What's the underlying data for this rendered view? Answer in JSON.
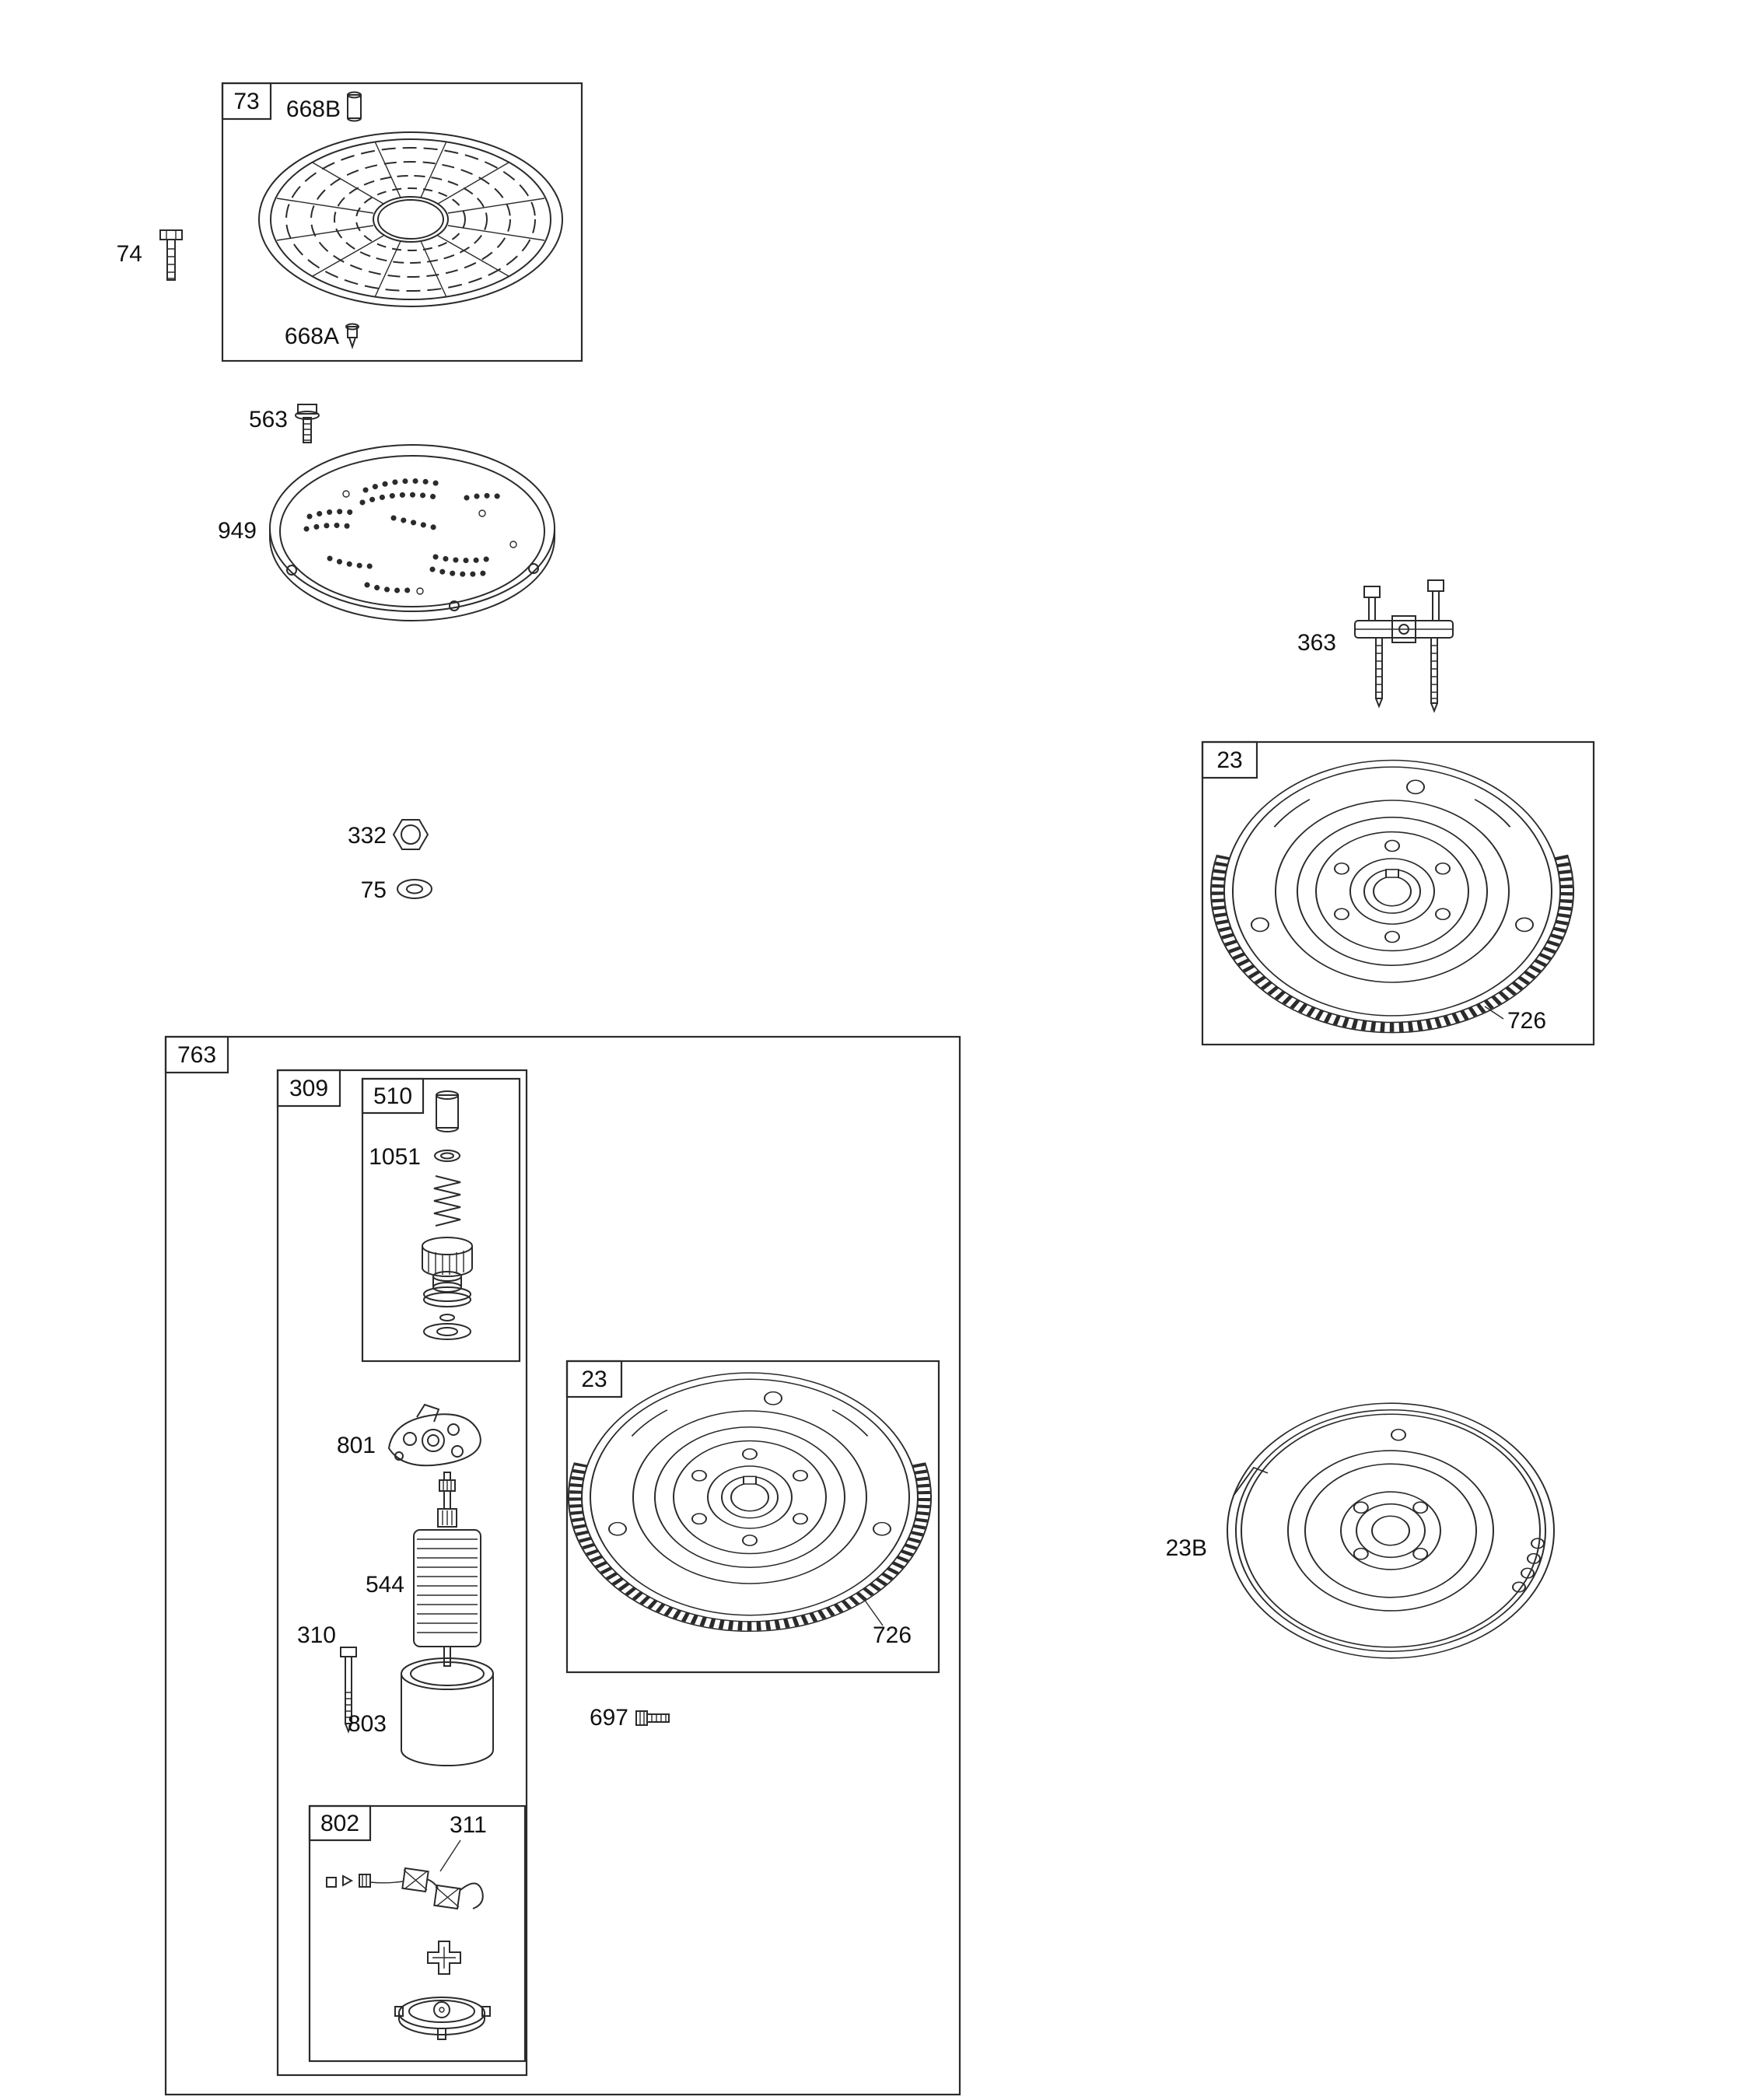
{
  "labels": {
    "box_73": "73",
    "part_668B": "668B",
    "part_74": "74",
    "part_668A": "668A",
    "part_563": "563",
    "part_949": "949",
    "part_363": "363",
    "box_23_top": "23",
    "part_726_top": "726",
    "part_332": "332",
    "part_75": "75",
    "box_763": "763",
    "box_309": "309",
    "box_510": "510",
    "part_1051": "1051",
    "part_801": "801",
    "part_544": "544",
    "part_310": "310",
    "part_803": "803",
    "box_802": "802",
    "part_311": "311",
    "box_23_mid": "23",
    "part_726_mid": "726",
    "part_697": "697",
    "part_23B": "23B"
  }
}
